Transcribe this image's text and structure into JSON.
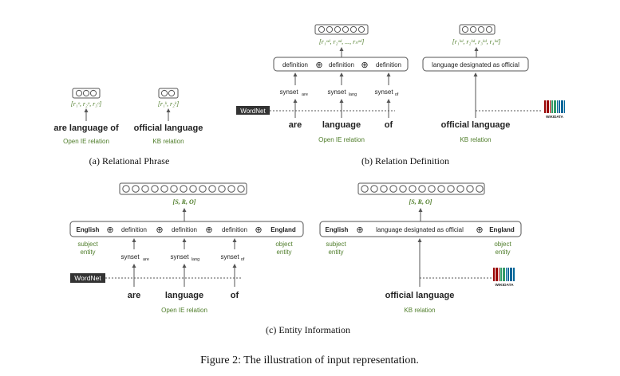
{
  "panel_a": {
    "left_vec": "[r₁ᵒ, r₂ᵒ, r₃ᵒ]",
    "left_phrase": "are language of",
    "left_label": "Open IE relation",
    "right_vec": "[r₁ᵏ, r₂ᵏ]",
    "right_phrase": "official language",
    "right_label": "KB relation",
    "caption": "(a) Relational Phrase"
  },
  "panel_b": {
    "left_vec": "[r₁ᵒᵈ, r₂ᵒᵈ, ..., rₙᵒᵈ]",
    "def1": "definition",
    "def2": "definition",
    "def3": "definition",
    "oplus": "⊕",
    "synset1": "synset",
    "synset1_sub": "are",
    "synset2": "synset",
    "synset2_sub": "lang",
    "synset3": "synset",
    "synset3_sub": "of",
    "wordnet": "WordNet",
    "w1": "are",
    "w2": "language",
    "w3": "of",
    "left_label": "Open IE relation",
    "right_vec": "[r₁ᵏᵈ, r₂ᵏᵈ, r₃ᵏᵈ, r₄ᵏᵈ]",
    "kb_def": "language designated as official",
    "right_phrase": "official language",
    "right_label": "KB relation",
    "wikidata": "WIKIDATA",
    "caption": "(b) Relation Definition"
  },
  "panel_c": {
    "left_vec": "[S, R, O]",
    "subj": "English",
    "def1": "definition",
    "def2": "definition",
    "def3": "definition",
    "obj": "England",
    "subj_label_1": "subject",
    "subj_label_2": "entity",
    "obj_label_1": "object",
    "obj_label_2": "entity",
    "synset1": "synset",
    "synset1_sub": "are",
    "synset2": "synset",
    "synset2_sub": "lang",
    "synset3": "synset",
    "synset3_sub": "of",
    "wordnet": "WordNet",
    "w1": "are",
    "w2": "language",
    "w3": "of",
    "left_label": "Open IE relation",
    "right_vec": "[S, R, O]",
    "kb_def": "language designated as official",
    "right_phrase": "official language",
    "right_label": "KB relation",
    "wikidata": "WIKIDATA",
    "caption": "(c) Entity Information"
  },
  "figure_caption": "Figure 2: The illustration of input representation."
}
